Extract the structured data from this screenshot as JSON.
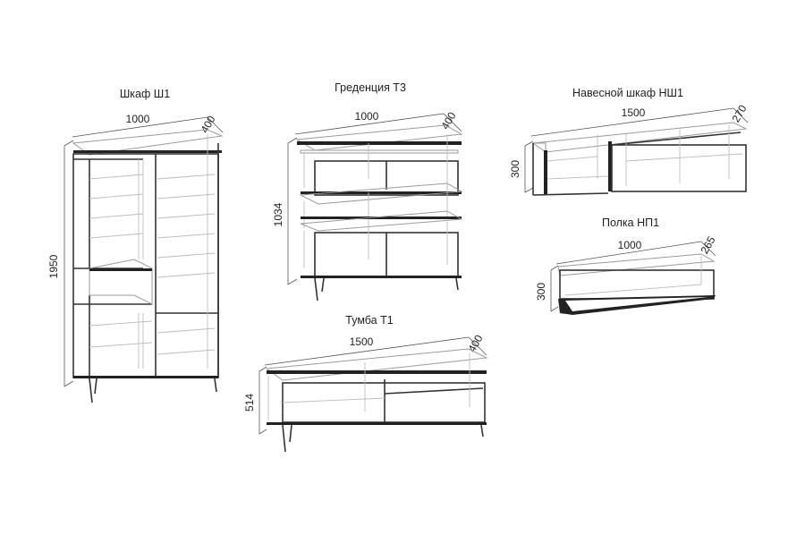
{
  "items": [
    {
      "title": "Шкаф Ш1",
      "width": "1000",
      "depth": "400",
      "height": "1950"
    },
    {
      "title": "Греденция Т3",
      "width": "1000",
      "depth": "400",
      "height": "1034"
    },
    {
      "title": "Навесной шкаф НШ1",
      "width": "1500",
      "depth": "270",
      "height": "300"
    },
    {
      "title": "Полка НП1",
      "width": "1000",
      "depth": "265",
      "height": "300"
    },
    {
      "title": "Тумба Т1",
      "width": "1500",
      "depth": "400",
      "height": "514"
    }
  ]
}
